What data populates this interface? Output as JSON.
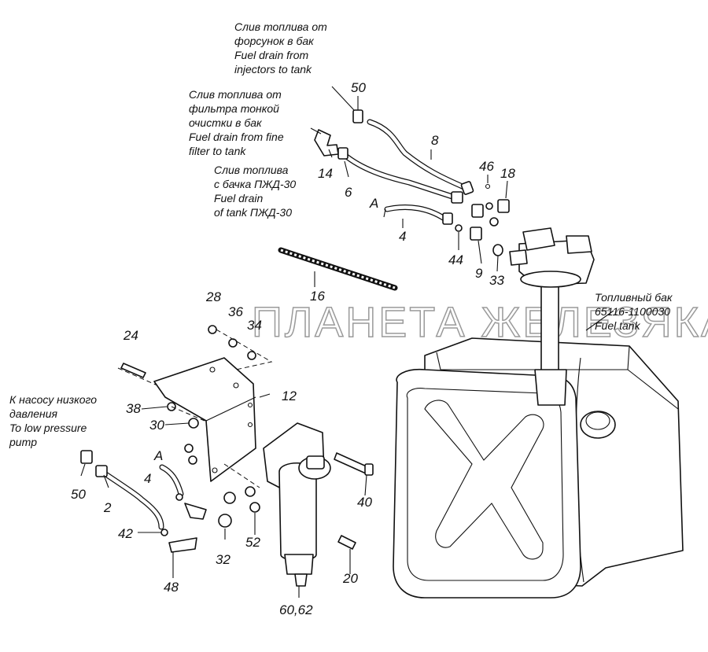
{
  "watermark": "ПЛАНЕТА ЖЕЛЕЗЯКА",
  "notes": {
    "injectors": [
      "Слив топлива от",
      "форсунок в бак",
      "Fuel drain from",
      "injectors to tank"
    ],
    "fine_filter": [
      "Слив топлива от",
      "фильтра тонкой",
      "очистки в бак",
      "Fuel drain from fine",
      "filter to tank"
    ],
    "pzhd": [
      "Слив топлива",
      "с бачка ПЖД-30",
      "Fuel drain",
      "of tank ПЖД-30"
    ],
    "tank": [
      "Топливный бак",
      "65116-1100030",
      "Fuel tank"
    ],
    "pump": [
      "К насосу низкого",
      "давления",
      "To low pressure",
      "pump"
    ]
  },
  "callouts": {
    "c50a": "50",
    "c8": "8",
    "c14": "14",
    "c6": "6",
    "c46": "46",
    "c18": "18",
    "cA1": "A",
    "c4a": "4",
    "c44": "44",
    "c9": "9",
    "c33": "33",
    "c16": "16",
    "c28": "28",
    "c36": "36",
    "c34": "34",
    "c24": "24",
    "c12": "12",
    "c38": "38",
    "c30": "30",
    "cA2": "A",
    "c4b": "4",
    "c50b": "50",
    "c2": "2",
    "c40": "40",
    "c42": "42",
    "c32": "32",
    "c52": "52",
    "c20": "20",
    "c48": "48",
    "c6062": "60,62"
  }
}
